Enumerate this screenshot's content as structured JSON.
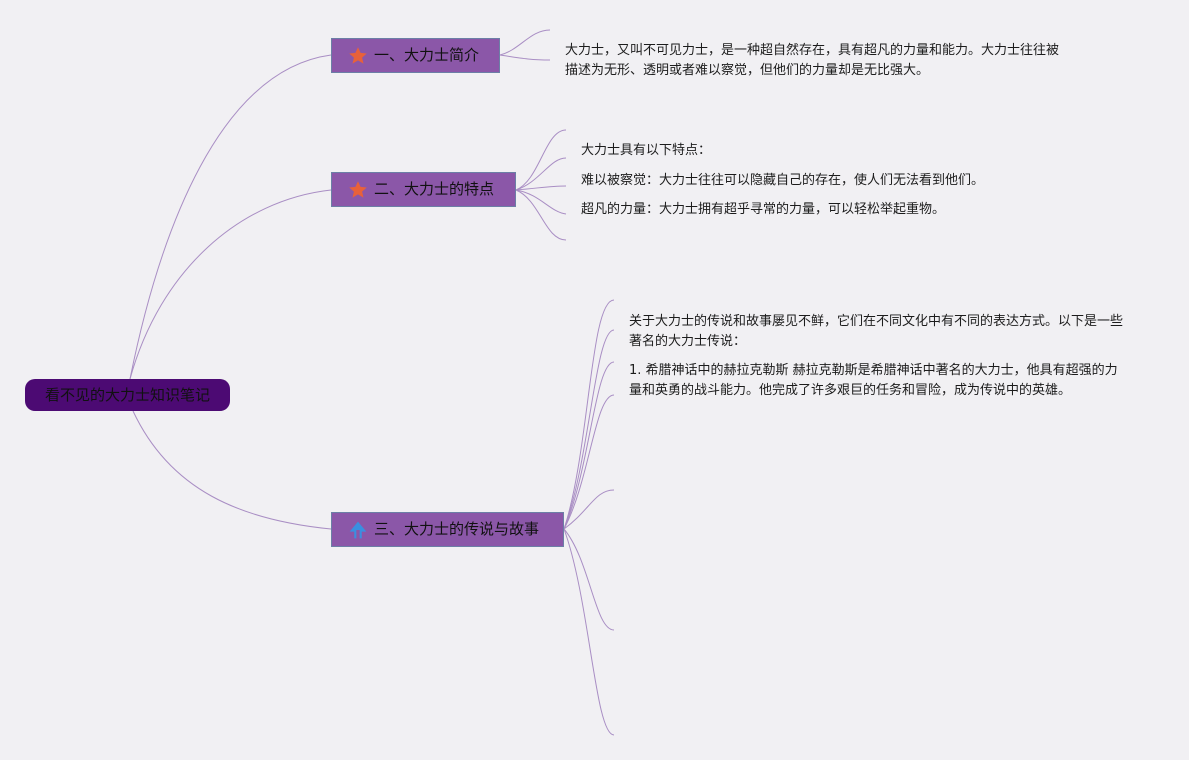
{
  "root": {
    "label": "看不见的大力士知识笔记"
  },
  "topics": [
    {
      "label": "一、大力士简介",
      "icon": "star-icon",
      "icon_color": "#e8613a",
      "items": [
        "大力士，又叫不可见力士，是一种超自然存在，具有超凡的力量和能力。大力士往往被描述为无形、透明或者难以察觉，但他们的力量却是无比强大。"
      ]
    },
    {
      "label": "二、大力士的特点",
      "icon": "star-icon",
      "icon_color": "#e8613a",
      "items": [
        "大力士具有以下特点：",
        "难以被察觉：大力士往往可以隐藏自己的存在，使人们无法看到他们。",
        "超凡的力量：大力士拥有超乎寻常的力量，可以轻松举起重物。"
      ]
    },
    {
      "label": "三、大力士的传说与故事",
      "icon": "arrow-up-icon",
      "icon_color": "#3a8fe0",
      "items": [
        "关于大力士的传说和故事屡见不鲜，它们在不同文化中有不同的表达方式。以下是一些著名的大力士传说：",
        "1. 希腊神话中的赫拉克勒斯 赫拉克勒斯是希腊神话中著名的大力士，他具有超强的力量和英勇的战斗能力。他完成了许多艰巨的任务和冒险，成为传说中的英雄。"
      ]
    }
  ],
  "colors": {
    "background": "#f1f0f3",
    "root_fill": "#4c0a73",
    "topic_fill": "#8b57a8",
    "topic_border": "#6c7fa6",
    "line": "#a98ec4"
  }
}
